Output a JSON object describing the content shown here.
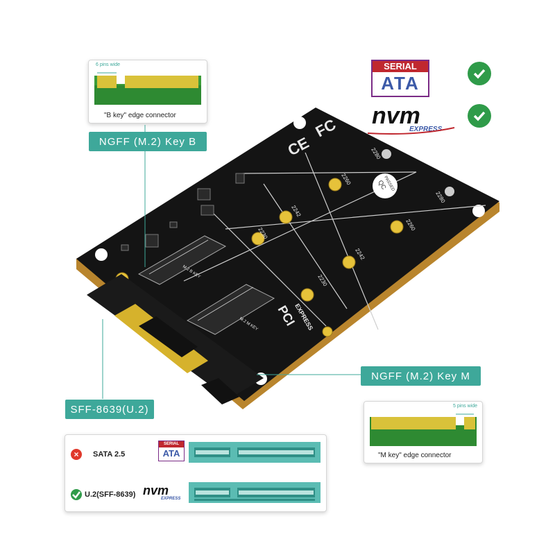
{
  "top_left_card": {
    "pins_note": "6 pins wide",
    "caption": "\"B key\" edge connector"
  },
  "logos": {
    "serial_top": "SERIAL",
    "serial_bottom": "ATA",
    "nvm_main": "nvm",
    "nvm_sub": "EXPRESS"
  },
  "labels": {
    "key_b": "NGFF (M.2) Key B",
    "key_m": "NGFF (M.2) Key M",
    "u2": "SFF-8639(U.2)"
  },
  "bottom_right_card": {
    "pins_note": "5 pins wide",
    "caption": "\"M key\" edge connector"
  },
  "board": {
    "sizes_left": [
      "2230",
      "2242",
      "2260",
      "2280"
    ],
    "sizes_right": [
      "2230",
      "2242",
      "2260",
      "2280"
    ],
    "qc_top": "QC",
    "qc_bottom": "PASSED",
    "cert": "CE",
    "fc": "FC",
    "pci_main": "PCI",
    "pci_sub": "EXPRESS",
    "m2b_slot": "M.2 B KEY",
    "m2m_slot": "M.2 M KEY"
  },
  "compat": {
    "rows": [
      {
        "label": "SATA 2.5",
        "status": "x",
        "status_color": "#e0392b"
      },
      {
        "label": "U.2(SFF-8639)",
        "status": "check",
        "status_color": "#2f9b49"
      }
    ]
  },
  "colors": {
    "accent": "#3ea89a",
    "check_green": "#2f9b49",
    "pcb_green": "#2f8a33",
    "gold": "#d9b23a"
  }
}
